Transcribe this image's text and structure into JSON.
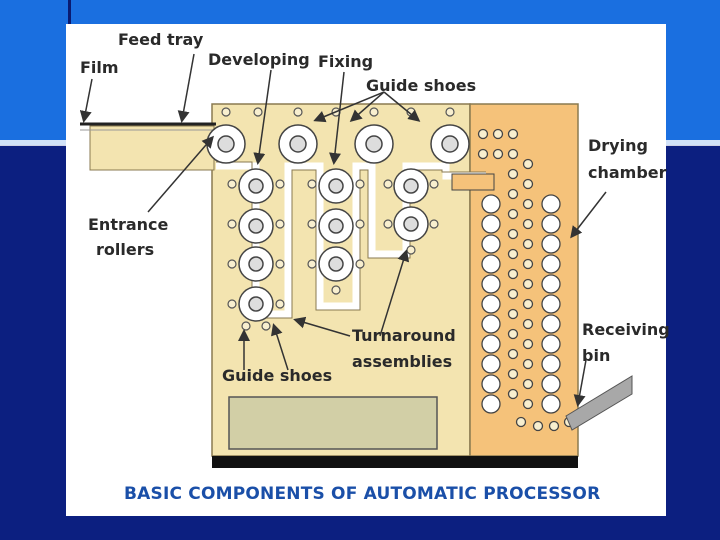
{
  "labels": {
    "feed_tray": "Feed tray",
    "film": "Film",
    "developing": "Developing",
    "fixing": "Fixing",
    "guide_shoes_top": "Guide shoes",
    "drying_chamber_1": "Drying",
    "drying_chamber_2": "chamber",
    "entrance_rollers_1": "Entrance",
    "entrance_rollers_2": "rollers",
    "receiving_bin_1": "Receiving",
    "receiving_bin_2": "bin",
    "turnaround_1": "Turnaround",
    "turnaround_2": "assemblies",
    "guide_shoes_bottom": "Guide shoes"
  },
  "caption": "BASIC COMPONENTS OF AUTOMATIC PROCESSOR",
  "colors": {
    "background_top": "#1a6fe0",
    "background_bottom": "#0c1f80",
    "tank": "#f3e4b0",
    "dryer": "#f5c27a",
    "caption": "#1a4fa8"
  }
}
